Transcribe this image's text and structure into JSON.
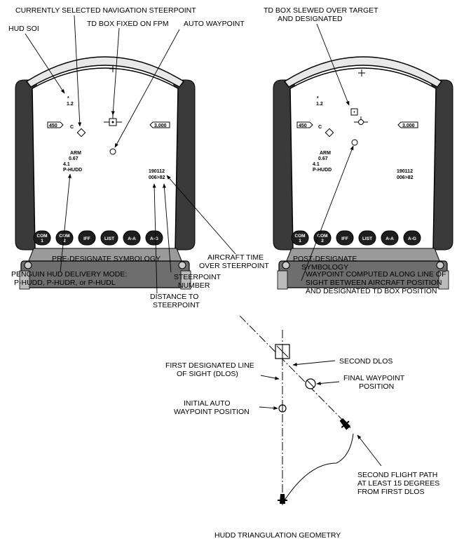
{
  "callouts": {
    "current_steerpoint": "CURRENTLY SELECTED NAVIGATION STEERPOINT",
    "hud_soi": "HUD SOI",
    "td_box_fpm": "TD BOX FIXED ON FPM",
    "auto_waypoint": "AUTO WAYPOINT",
    "td_box_slewed_1": "TD BOX SLEWED OVER TARGET",
    "td_box_slewed_2": "AND DESIGNATED",
    "pre_designate": "PRE-DESIGNATE SYMBOLOGY",
    "post_designate_1": "POST-DESIGNATE",
    "post_designate_2": "SYMBOLOGY",
    "aircraft_time_1": "AIRCRAFT TIME",
    "aircraft_time_2": "OVER STEERPOINT",
    "penguin_1": "PENGUIN HUD DELIVERY MODE:",
    "penguin_2": "P-HUDD,  P-HUDR,  or  P-HUDL",
    "steerpoint_number_1": "STEERPOINT",
    "steerpoint_number_2": "NUMBER",
    "distance_1": "DISTANCE TO",
    "distance_2": "STEERPOINT",
    "waypoint_computed_1": "WAYPOINT COMPUTED  ALONG  LINE OF",
    "waypoint_computed_2": "SIGHT BETWEEN AIRCRAFT POSITION",
    "waypoint_computed_3": "AND DESIGNATED TD BOX POSITION"
  },
  "hud": {
    "soi_marker": "*",
    "soi_range": "1.2",
    "speed": "450",
    "mode_c": "C",
    "altitude": "3,000",
    "arm": "ARM",
    "arm_val": "0.67",
    "range_val": "4.1",
    "mode": "P-HUDD",
    "time": "190112",
    "steer_line": "006>82"
  },
  "buttons": [
    {
      "line1": "COM",
      "line2": "1"
    },
    {
      "line1": "COM",
      "line2": "2"
    },
    {
      "line1": "IFF",
      "line2": ""
    },
    {
      "line1": "LIST",
      "line2": ""
    },
    {
      "line1": "A-A",
      "line2": ""
    },
    {
      "line1": "A-G",
      "line2": ""
    }
  ],
  "geometry": {
    "first_dlos_1": "FIRST DESIGNATED LINE",
    "first_dlos_2": "OF SIGHT  (DLOS)",
    "second_dlos": "SECOND DLOS",
    "final_waypoint_1": "FINAL WAYPOINT",
    "final_waypoint_2": "POSITION",
    "initial_waypoint_1": "INITIAL AUTO",
    "initial_waypoint_2": "WAYPOINT POSITION",
    "second_path_1": "SECOND FLIGHT PATH",
    "second_path_2": "AT LEAST 15 DEGREES",
    "second_path_3": "FROM FIRST DLOS",
    "title": "HUDD TRIANGULATION GEOMETRY"
  }
}
